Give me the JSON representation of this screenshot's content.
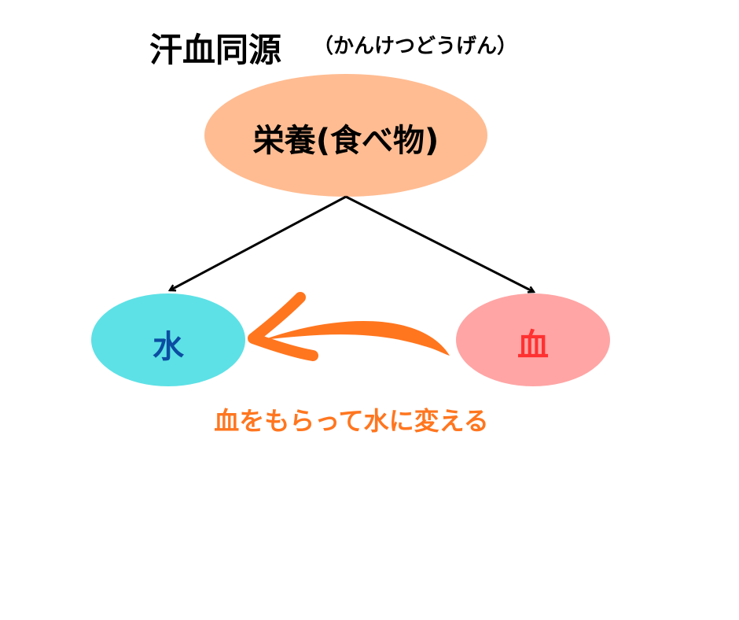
{
  "title": "汗血同源",
  "reading": "（かんけつどうげん）",
  "nodes": {
    "food": "栄養(食べ物)",
    "water": "水",
    "blood": "血"
  },
  "caption": "血をもらって水に変える",
  "colors": {
    "food_fill": "#FFBC92",
    "water_fill": "#5DE1E6",
    "water_text": "#0B4DA2",
    "blood_fill": "#FFA5A5",
    "blood_text": "#FF3131",
    "accent_orange": "#FF761F"
  }
}
